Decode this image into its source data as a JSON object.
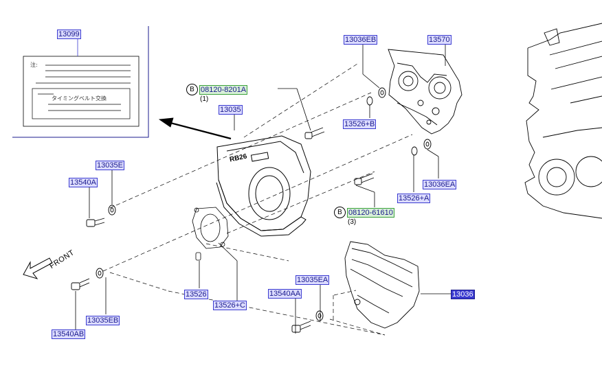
{
  "labels": {
    "l13099": "13099",
    "l13036EB": "13036EB",
    "l13570": "13570",
    "l08120_8201A": "08120-8201A",
    "l13035": "13035",
    "l13526B": "13526+B",
    "l13035E": "13035E",
    "l13540A": "13540A",
    "l13036EA": "13036EA",
    "l13526A": "13526+A",
    "l08120_61610": "08120-61610",
    "l13526": "13526",
    "l13526C": "13526+C",
    "l13035EA": "13035EA",
    "l13540AA": "13540AA",
    "l13036": "13036",
    "l13035EB": "13035EB",
    "l13540AB": "13540AB"
  },
  "qty": {
    "q1": "(1)",
    "q3": "(3)"
  },
  "bolt_ref": {
    "b1": "B",
    "b2": "B"
  },
  "front_text": "FRONT",
  "label_card": {
    "note": "注:",
    "instruction": "タイミングベルト交換"
  },
  "cover_logo": "RB26",
  "colors": {
    "label_bg": "#dcdcff",
    "label_border": "#3a3ad0",
    "label_text": "#1a1a8c",
    "selected_bg": "#3a3ad0",
    "green_border": "#3aa03a"
  }
}
